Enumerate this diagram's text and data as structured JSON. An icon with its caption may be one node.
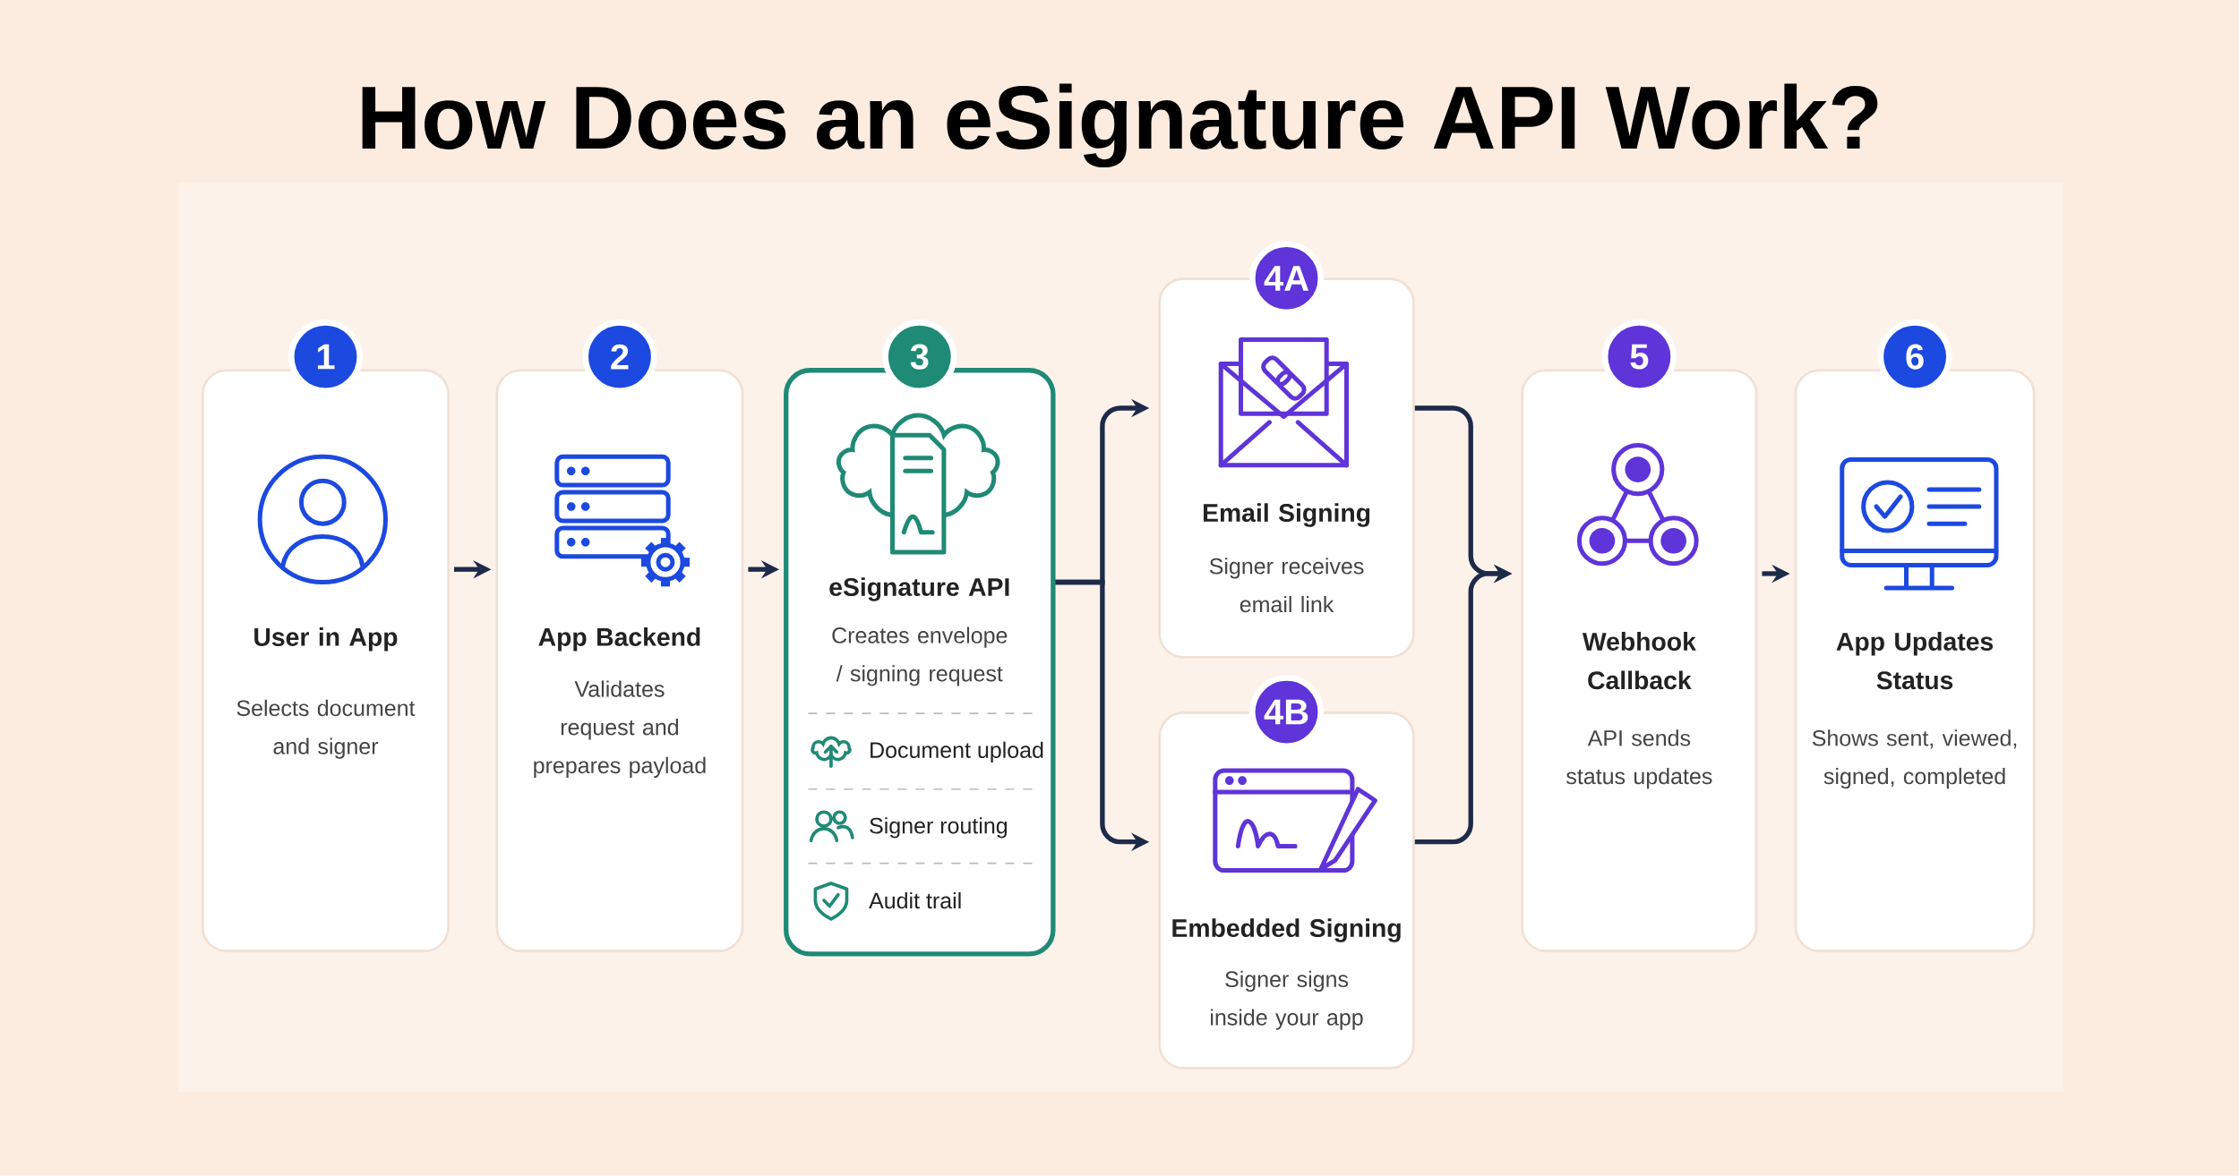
{
  "diagram": {
    "title": "How Does an eSignature API Work?",
    "nodes": [
      {
        "text": [
          "1",
          "User in App",
          "Selects document and signer"
        ]
      },
      {
        "text": [
          "2",
          "App Backend",
          "Validates request and prepares payload"
        ]
      },
      {
        "text": [
          "3",
          "eSignature API",
          "Creates envelope / signing request",
          "Document upload",
          "Signer routing",
          "Audit trail"
        ]
      },
      {
        "text": [
          "4A",
          "Email Signing",
          "Signer receives email link"
        ]
      },
      {
        "text": [
          "4B",
          "Embedded Signing",
          "Signer signs inside your app"
        ]
      },
      {
        "text": [
          "5",
          "Webhook Callback",
          "API sends status updates"
        ]
      },
      {
        "text": [
          "6",
          "App Updates Status",
          "Shows sent, viewed, signed, completed"
        ]
      }
    ],
    "edges": [
      {
        "from": 0,
        "to": 1,
        "arrow": "to"
      },
      {
        "from": 1,
        "to": 2,
        "arrow": "to"
      },
      {
        "from": 2,
        "to": 3,
        "arrow": "to"
      },
      {
        "from": 2,
        "to": 4,
        "arrow": "to"
      },
      {
        "from": 3,
        "to": 5,
        "arrow": "to"
      },
      {
        "from": 4,
        "to": 5,
        "arrow": "to"
      },
      {
        "from": 5,
        "to": 6,
        "arrow": "to"
      }
    ]
  }
}
